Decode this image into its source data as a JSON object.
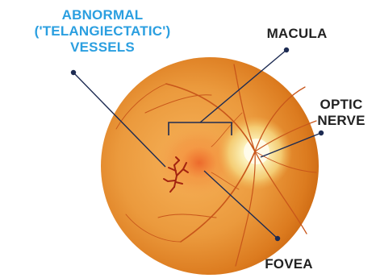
{
  "colors": {
    "accent_blue": "#2b9fe0",
    "label_dark": "#222222",
    "leader_line": "#1d2b52",
    "retina_center": "#f2a44a",
    "retina_edge": "#d56a10",
    "vessel": "#c8561a",
    "abnormal_vessel": "#a32410"
  },
  "labels": {
    "abnormal_line1": "ABNORMAL",
    "abnormal_line2": "('TELANGIECTATIC')",
    "abnormal_line3": "VESSELS",
    "macula": "MACULA",
    "optic_line1": "OPTIC",
    "optic_line2": "NERVE",
    "fovea": "FOVEA"
  }
}
